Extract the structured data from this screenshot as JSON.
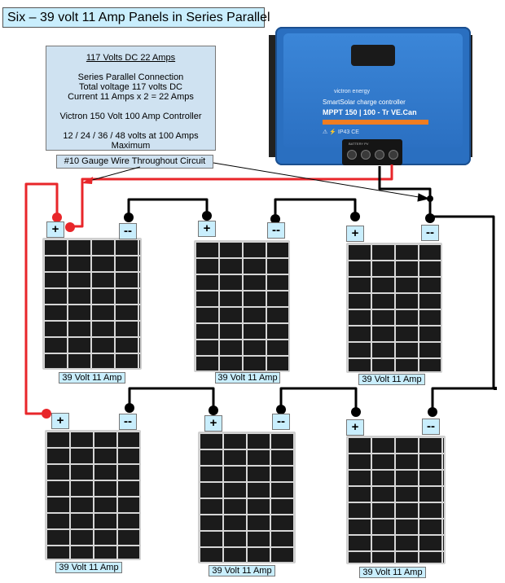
{
  "title": "Six – 39 volt 11 Amp Panels in Series Parallel",
  "info": {
    "heading": "117 Volts DC 22 Amps",
    "line1": "Series Parallel Connection",
    "line2": "Total voltage 117 volts DC",
    "line3": "Current 11 Amps x 2 = 22 Amps",
    "line4": "Victron 150 Volt 100 Amp Controller",
    "line5": "12 / 24 / 36 / 48 volts at 100 Amps Maximum"
  },
  "wire_note": "#10 Gauge Wire Throughout Circuit",
  "controller": {
    "brand": "victron energy",
    "model_line1": "SmartSolar charge controller",
    "model_line2": "MPPT 150 | 100 - Tr  VE.Can",
    "marks": "⚠ ⚡ IP43 CE",
    "terminal_labels": "BATTERY  PV"
  },
  "terminals": {
    "plus": "+",
    "minus": "--"
  },
  "panels": [
    {
      "label": "39 Volt 11 Amp"
    },
    {
      "label": "39 Volt 11 Amp"
    },
    {
      "label": "39 Volt 11 Amp"
    },
    {
      "label": "39 Volt 11 Amp"
    },
    {
      "label": "39 Volt 11 Amp"
    },
    {
      "label": "39 Volt 11 Amp"
    }
  ],
  "colors": {
    "positive_wire": "#e8262a",
    "negative_wire": "#000000",
    "label_bg": "#c9eefd",
    "controller_blue": "#2a6fc0"
  }
}
